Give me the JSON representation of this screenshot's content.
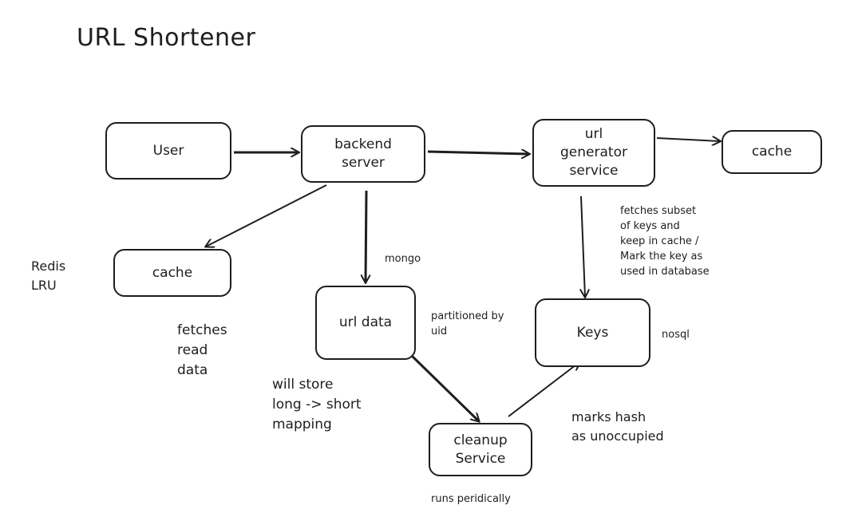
{
  "title": "URL Shortener",
  "nodes": {
    "user": "User",
    "backend": "backend\nserver",
    "urlgen": "url\ngenerator\nservice",
    "cache_right": "cache",
    "cache_left": "cache",
    "urldata": "url data",
    "keys": "Keys",
    "cleanup": "cleanup\nService"
  },
  "notes": {
    "redis": "Redis\nLRU",
    "fetches_read": "fetches\nread\ndata",
    "mongo": "mongo",
    "partitioned": "partitioned by\nuid",
    "will_store": "will store\nlong -> short\nmapping",
    "fetches_subset": "fetches subset\nof keys and\nkeep in cache /\nMark the key as\nused in database",
    "nosql": "nosql",
    "marks_hash": "marks hash\nas unoccupied",
    "runs": "runs peridically"
  },
  "colors": {
    "stroke": "#1e1e1e",
    "background": "#ffffff"
  }
}
